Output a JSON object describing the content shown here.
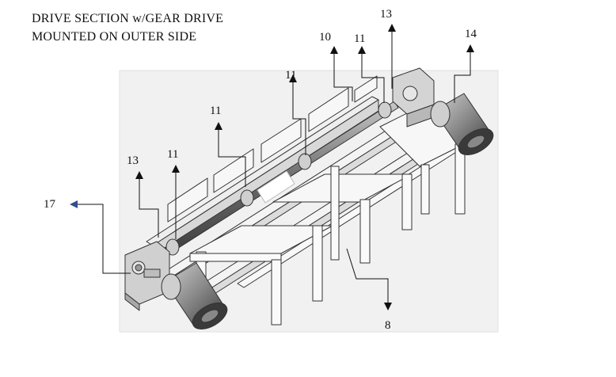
{
  "title": {
    "line1": "DRIVE SECTION w/GEAR DRIVE",
    "line2": "MOUNTED ON OUTER SIDE"
  },
  "callouts": [
    {
      "id": "c13-top",
      "label": "13"
    },
    {
      "id": "c14",
      "label": "14"
    },
    {
      "id": "c10",
      "label": "10"
    },
    {
      "id": "c11-a",
      "label": "11"
    },
    {
      "id": "c11-b",
      "label": "11"
    },
    {
      "id": "c11-c",
      "label": "11"
    },
    {
      "id": "c11-d",
      "label": "11"
    },
    {
      "id": "c13-left",
      "label": "13"
    },
    {
      "id": "c17",
      "label": "17"
    },
    {
      "id": "c8",
      "label": "8"
    }
  ],
  "colors": {
    "line": "#333333",
    "frame": "#f6f6f6",
    "motor": "#5a5a5a",
    "gear": "#cfcfcf",
    "arrow_blue": "#2f4f8f"
  }
}
